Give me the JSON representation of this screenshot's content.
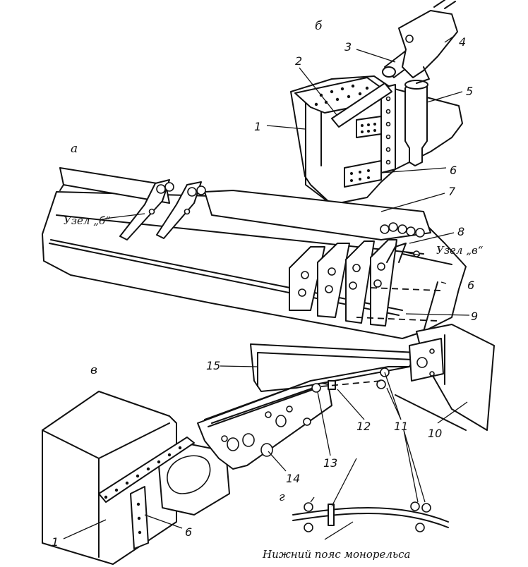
{
  "views": {
    "a": "а",
    "b": "б",
    "v": "в",
    "g": "г"
  },
  "nodes": {
    "node_b": "Узел „б“",
    "node_v": "Узел „в“"
  },
  "numbers": {
    "n1_top": "1",
    "n2": "2",
    "n3": "3",
    "n4": "4",
    "n5": "5",
    "n6_top": "6",
    "n7": "7",
    "n8": "8",
    "n6_mid": "6",
    "n9": "9",
    "n15": "15",
    "n10": "10",
    "n11": "11",
    "n12": "12",
    "n13": "13",
    "n14": "14",
    "n1_bottom": "1",
    "n6_bottom": "6"
  },
  "caption": "Нижний пояс монорельса"
}
